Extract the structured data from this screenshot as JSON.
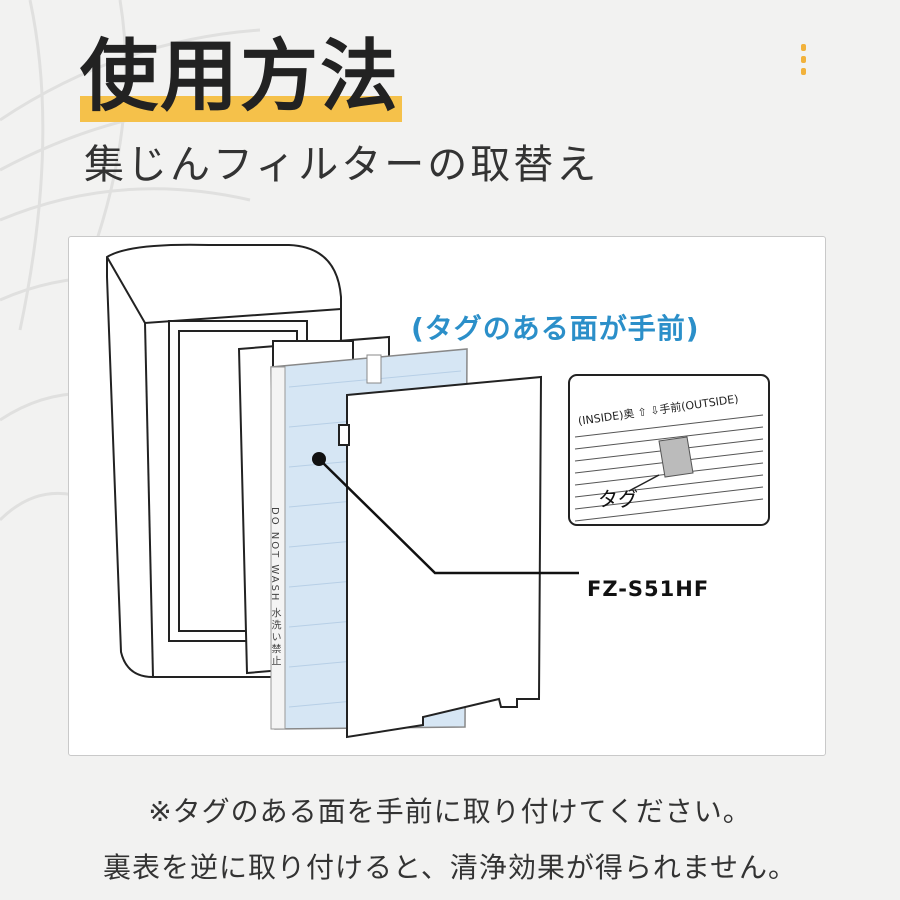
{
  "header": {
    "title": "使用方法",
    "subtitle": "集じんフィルターの取替え"
  },
  "diagram": {
    "tag_side_heading": "(タグのある面が手前)",
    "model_number": "FZ-S51HF",
    "inset": {
      "direction_label": "(INSIDE)奥 ⇧ ⇩手前(OUTSIDE)",
      "tag_label": "タグ"
    },
    "filter_print": "DO NOT WASH 水洗い禁止"
  },
  "footer": {
    "line1": "※タグのある面を手前に取り付けてください。",
    "line2": "裏表を逆に取り付けると、清浄効果が得られません。"
  },
  "colors": {
    "accent": "#f5c14a",
    "heading_blue": "#2b8fc9",
    "filter_blue": "#cfe2f3"
  }
}
